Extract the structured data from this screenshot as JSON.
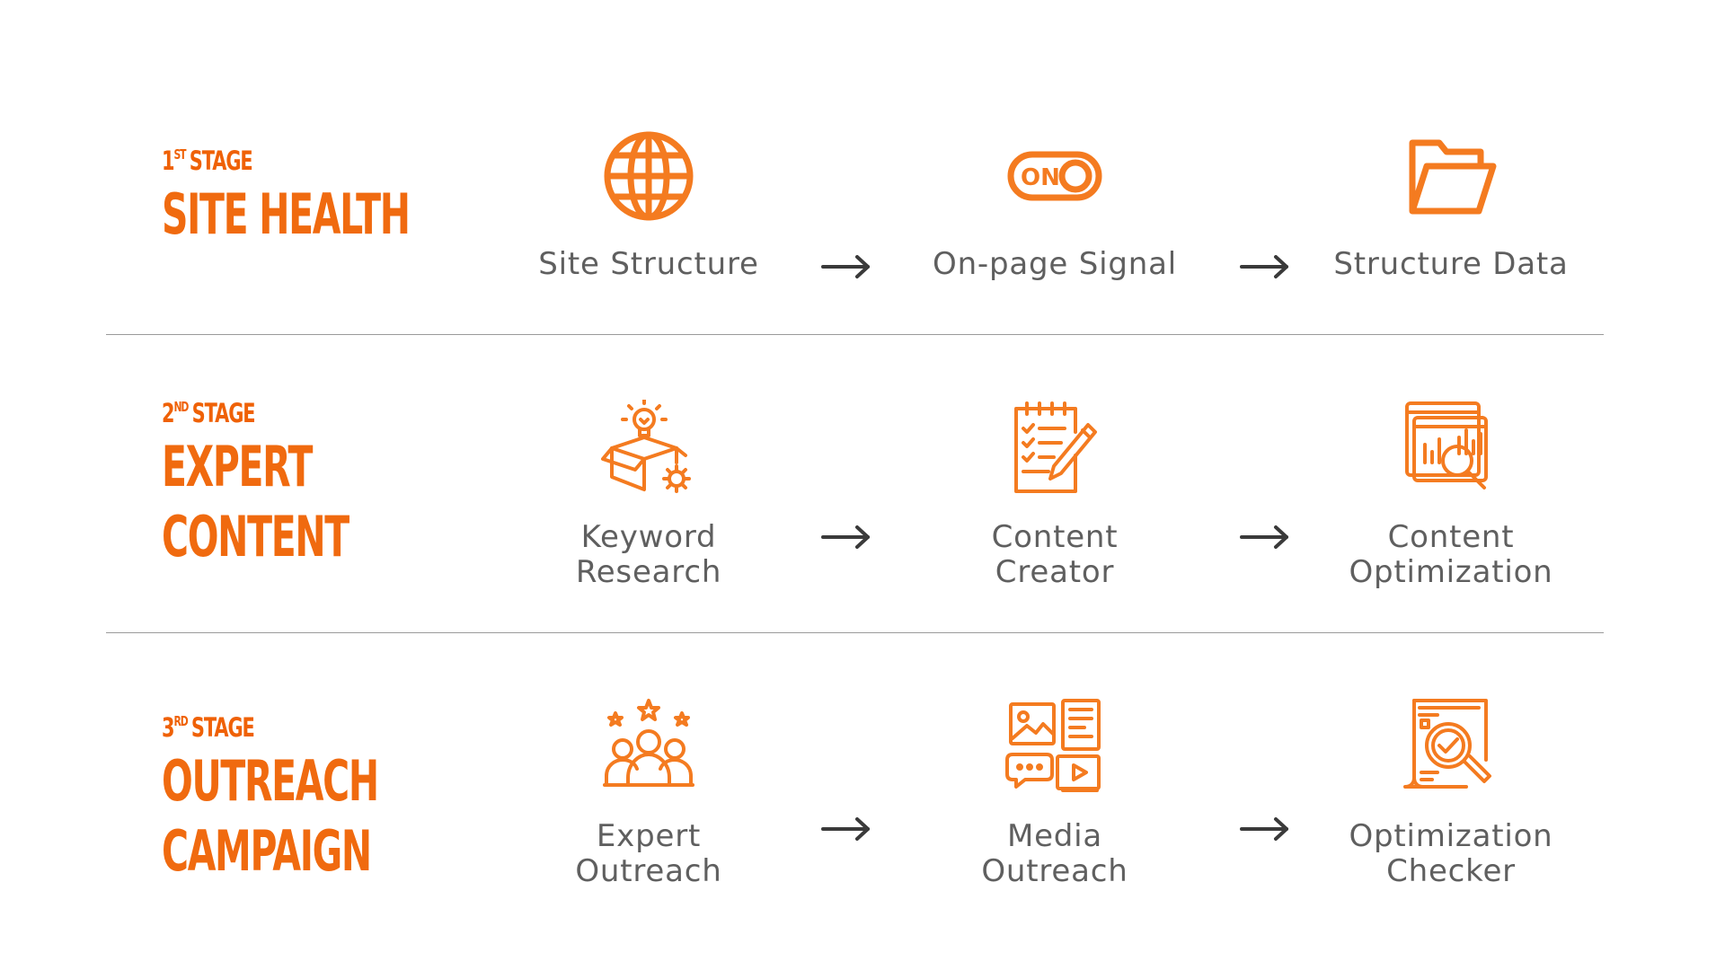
{
  "stages": [
    {
      "num": "1",
      "suffix": "ST",
      "word": "STAGE",
      "title_lines": [
        "SITE HEALTH"
      ],
      "steps": [
        {
          "icon": "globe-icon",
          "lines": [
            "Site Structure"
          ]
        },
        {
          "icon": "toggle-on-icon",
          "lines": [
            "On-page Signal"
          ],
          "toggle_text": "ON"
        },
        {
          "icon": "folder-open-icon",
          "lines": [
            "Structure Data"
          ]
        }
      ]
    },
    {
      "num": "2",
      "suffix": "ND",
      "word": "STAGE",
      "title_lines": [
        "EXPERT",
        "CONTENT"
      ],
      "steps": [
        {
          "icon": "idea-box-gear-icon",
          "lines": [
            "Keyword",
            "Research"
          ]
        },
        {
          "icon": "checklist-pencil-icon",
          "lines": [
            "Content",
            "Creator"
          ]
        },
        {
          "icon": "analytics-magnifier-icon",
          "lines": [
            "Content",
            "Optimization"
          ]
        }
      ]
    },
    {
      "num": "3",
      "suffix": "RD",
      "word": "STAGE",
      "title_lines": [
        "OUTREACH",
        "CAMPAIGN"
      ],
      "steps": [
        {
          "icon": "people-stars-icon",
          "lines": [
            "Expert",
            "Outreach"
          ]
        },
        {
          "icon": "media-content-icon",
          "lines": [
            "Media",
            "Outreach"
          ]
        },
        {
          "icon": "document-check-magnifier-icon",
          "lines": [
            "Optimization",
            "Checker"
          ]
        }
      ]
    }
  ],
  "colors": {
    "accent": "#f47b20",
    "title": "#ef6106",
    "text": "#5f5f5f",
    "arrow": "#3a3a3a",
    "divider": "#9a9a9a"
  }
}
